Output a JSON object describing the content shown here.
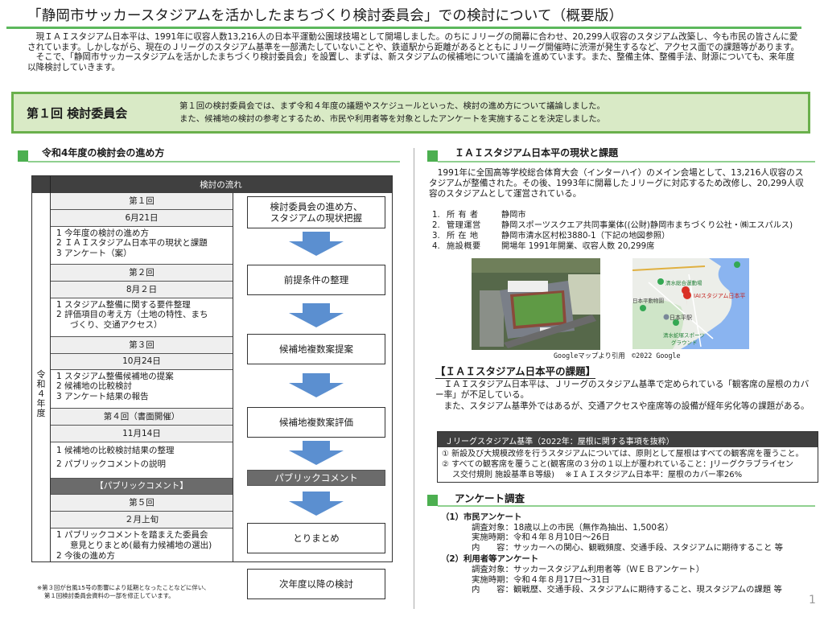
{
  "header": {
    "title": "「静岡市サッカースタジアムを活かしたまちづくり検討委員会」での検討について（概要版）",
    "intro": [
      "現ＩＡＩスタジアム日本平は、1991年に収容人数13,216人の日本平運動公園球技場として開場しました。のちにＪリーグの開幕に合わせ、20,299人収容のスタジアム改築し、今も市民の皆さんに愛されています。しかしながら、現在のＪリーグのスタジアム基準を一部満たしていないことや、鉄道駅から距離があるとともにＪリーグ開催時に渋滞が発生するなど、アクセス面での課題等があります。",
      "そこで、「静岡市サッカースタジアムを活かしたまちづくり検討委員会」を設置し、まずは、新スタジアムの候補地について議論を進めています。また、整備主体、整備手法、財源についても、来年度以降検討していきます。"
    ]
  },
  "meeting_banner": {
    "label": "第１回 検討委員会",
    "lines": [
      "第１回の検討委員会では、まず令和４年度の議題やスケジュールといった、検討の進め方について議論しました。",
      "また、候補地の検討の参考とするため、市民や利用者等を対象としたアンケートを実施することを決定しました。"
    ]
  },
  "left_section": {
    "heading": "令和4年度の検討会の進め方",
    "table_header": "検討の流れ",
    "year_label": "令和４年度",
    "meetings": [
      {
        "round": "第１回",
        "date": "6月21日",
        "items": [
          "1 今年度の検討の進め方",
          "2 ＩＡＩスタジアム日本平の現状と課題",
          "3 アンケート（案）"
        ]
      },
      {
        "round": "第２回",
        "date": "8月２日",
        "items": [
          "1 スタジアム整備に関する要件整理",
          "2 評価項目の考え方（土地の特性、まち",
          "づくり、交通アクセス）"
        ]
      },
      {
        "round": "第３回",
        "date": "10月24日",
        "items": [
          "1 スタジアム整備候補地の提案",
          "2 候補地の比較検討",
          "3 アンケート結果の報告"
        ]
      },
      {
        "round": "第４回（書面開催）",
        "date": "11月14日",
        "items": [
          "1 候補地の比較検討結果の整理",
          "2 パブリックコメントの説明"
        ]
      },
      {
        "public_comment": "【パブリックコメント】"
      },
      {
        "round": "第５回",
        "date": "２月上旬",
        "items": [
          "1 パブリックコメントを踏まえた委員会",
          "意見とりまとめ(最有力候補地の選出)",
          "2 今後の進め方"
        ]
      }
    ],
    "stages": [
      "検討委員会の進め方、\nスタジアムの現状把握",
      "前提条件の整理",
      "候補地複数案提案",
      "候補地複数案評価",
      "パブリックコメント",
      "とりまとめ",
      "次年度以降の検討"
    ],
    "footnote": [
      "※第３回が台風15号の影響により延期となったことなどに伴い、",
      "第１回検討委員会資料の一部を修正しています。"
    ]
  },
  "right_section": {
    "heading": "ＩＡＩスタジアム日本平の現状と課題",
    "status_text": "1991年に全国高等学校総合体育大会（インターハイ）のメイン会場として、13,216人収容のスタジアムが整備された。その後、1993年に開幕したＪリーグに対応するため改修し、20,299人収容のスタジアムとして運営されている。",
    "facts": [
      {
        "num": "1.",
        "label": "所 有 者",
        "value": "静岡市"
      },
      {
        "num": "2.",
        "label": "管理運営",
        "value": "静岡スポーツスクエア共同事業体((公財)静岡市まちづくり公社・㈱エスパルス)"
      },
      {
        "num": "3.",
        "label": "所 在 地",
        "value": "静岡市清水区村松3880-1（下記の地図参照）"
      },
      {
        "num": "4.",
        "label": "施設概要",
        "value": "開場年 1991年開業、収容人数 20,299席"
      }
    ],
    "map_labels": {
      "stadium": "IAIスタジアム日本平",
      "station": "日本平駅",
      "sports_ground": "清水総合運動場",
      "zoo": "日本平動物園",
      "ground2_line1": "清水蛇塚スポーツ",
      "ground2_line2": "グラウンド"
    },
    "credit": "Googleマップより引用　©2022 Google",
    "issue_heading": "【ＩＡＩスタジアム日本平の課題】",
    "issue_text": [
      "ＩＡＩスタジアム日本平は、Ｊリーグのスタジアム基準で定められている「観客席の屋根のカバー率」が不足している。",
      "また、スタジアム基準外ではあるが、交通アクセスや座席等の設備が経年劣化等の課題がある。"
    ],
    "standard_box": {
      "title": "Ｊリーグスタジアム基準（2022年：屋根に関する事項を抜粋）",
      "lines": [
        "① 新設及び大規模改修を行うスタジアムについては、原則として屋根はすべての観客席を覆うこと。",
        "② すべての観客席を覆うこと(観客席の３分の１以上が覆われていること：Jリーグクラブライセン",
        "ス交付規則 施設基準Ｂ等級)　 ※ＩＡＩスタジアム日本平：屋根のカバー率26%"
      ]
    }
  },
  "survey_section": {
    "heading": "アンケート調査",
    "groups": [
      {
        "title": "（1）市民アンケート",
        "lines": [
          "調査対象：18歳以上の市民（無作為抽出、1,500名）",
          "実施時期：令和４年８月10日～26日",
          "内　　容：サッカーへの関心、観戦頻度、交通手段、スタジアムに期待すること 等"
        ]
      },
      {
        "title": "（2）利用者等アンケート",
        "lines": [
          "調査対象：サッカースタジアム利用者等（ＷＥＢアンケート）",
          "実施時期：令和４年８月17日～31日",
          "内　　容：観戦歴、交通手段、スタジアムに期待すること、現スタジアムの課題 等"
        ]
      }
    ]
  },
  "page_number": "1",
  "colors": {
    "accent_green": "#5cb85c",
    "banner_bg": "#d9eac6",
    "banner_border": "#6ab04c",
    "table_header": "#404040",
    "arrow_blue": "#5b8fd0"
  }
}
